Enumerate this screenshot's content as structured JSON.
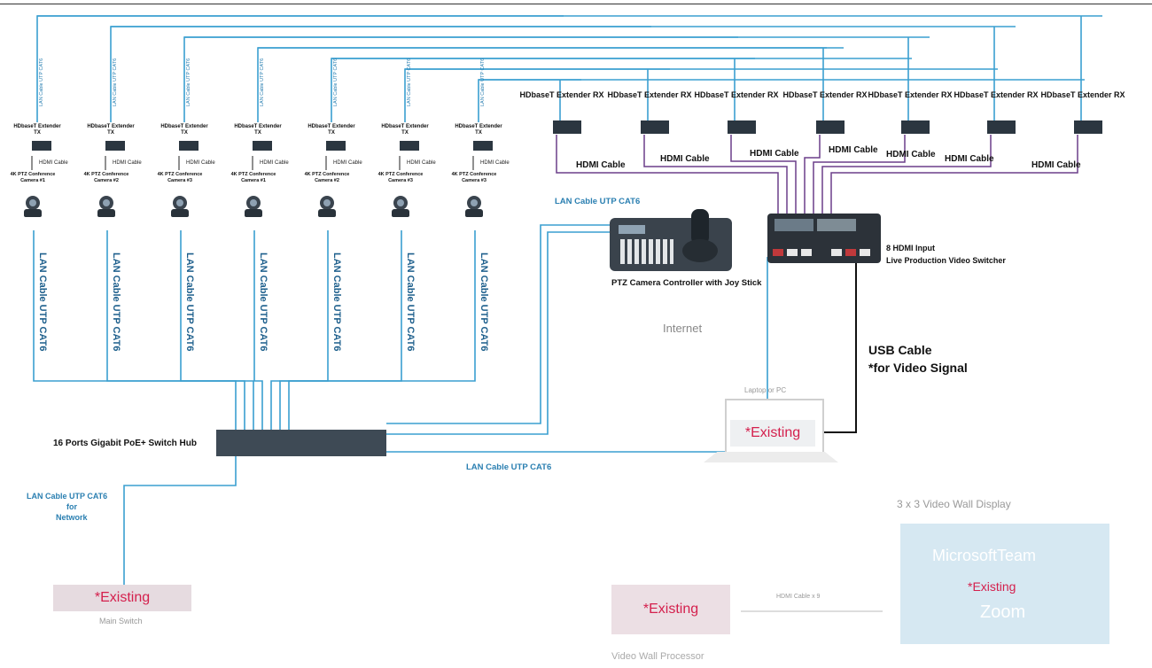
{
  "tx_units": [
    {
      "title": "HDbaseT Extender TX",
      "hdmi": "HDMI Cable",
      "camera": "4K PTZ Conference Camera #1",
      "lan": "LAN Cable UTP CAT6",
      "top_lan": "LAN Cable UTP CAT6"
    },
    {
      "title": "HDbaseT Extender TX",
      "hdmi": "HDMI Cable",
      "camera": "4K PTZ Conference Camera #2",
      "lan": "LAN Cable UTP CAT6",
      "top_lan": "LAN Cable UTP CAT6"
    },
    {
      "title": "HDbaseT Extender TX",
      "hdmi": "HDMI Cable",
      "camera": "4K PTZ Conference Camera #3",
      "lan": "LAN Cable UTP CAT6",
      "top_lan": "LAN Cable UTP CAT6"
    },
    {
      "title": "HDbaseT Extender TX",
      "hdmi": "HDMI Cable",
      "camera": "4K PTZ Conference Camera #1",
      "lan": "LAN Cable UTP CAT6",
      "top_lan": "LAN Cable UTP CAT6"
    },
    {
      "title": "HDbaseT Extender TX",
      "hdmi": "HDMI Cable",
      "camera": "4K PTZ Conference Camera #2",
      "lan": "LAN Cable UTP CAT6",
      "top_lan": "LAN Cable UTP CAT6"
    },
    {
      "title": "HDbaseT Extender TX",
      "hdmi": "HDMI Cable",
      "camera": "4K PTZ Conference Camera #3",
      "lan": "LAN Cable UTP CAT6",
      "top_lan": "LAN Cable UTP CAT6"
    },
    {
      "title": "HDbaseT Extender TX",
      "hdmi": "HDMI Cable",
      "camera": "4K PTZ Conference Camera #3",
      "lan": "LAN Cable UTP CAT6",
      "top_lan": "LAN Cable UTP CAT6"
    }
  ],
  "rx_units": [
    {
      "title": "HDbaseT Extender RX",
      "hdmi": "HDMI Cable"
    },
    {
      "title": "HDbaseT Extender RX",
      "hdmi": "HDMI Cable"
    },
    {
      "title": "HDbaseT Extender RX",
      "hdmi": "HDMI Cable"
    },
    {
      "title": "HDbaseT Extender RX",
      "hdmi": "HDMI Cable"
    },
    {
      "title": "HDbaseT Extender RX",
      "hdmi": "HDMI Cable"
    },
    {
      "title": "HDbaseT Extender RX",
      "hdmi": "HDMI Cable"
    },
    {
      "title": "HDbaseT Extender RX",
      "hdmi": "HDMI Cable"
    }
  ],
  "switcher": {
    "line1": "8 HDMI Input",
    "line2": "Live Production Video Switcher"
  },
  "controller": {
    "label": "PTZ Camera Controller with Joy Stick",
    "lan": "LAN Cable UTP CAT6"
  },
  "internet": "Internet",
  "usb": {
    "line1": "USB Cable",
    "line2": "*for Video Signal"
  },
  "laptop": {
    "caption": "Laptop or PC",
    "existing": "*Existing"
  },
  "switch_hub": {
    "label": "16 Ports Gigabit PoE+ Switch Hub",
    "lan_out": "LAN Cable UTP CAT6"
  },
  "network_lan": {
    "line1": "LAN Cable UTP CAT6",
    "line2": "for",
    "line3": "Network"
  },
  "main_switch": {
    "existing": "*Existing",
    "caption": "Main Switch"
  },
  "video_wall_processor": {
    "existing": "*Existing",
    "caption": "Video Wall Processor",
    "hdmi": "HDMI Cable x 9"
  },
  "video_wall": {
    "title": "3 x 3 Video Wall Display",
    "line1": "MicrosoftTeam",
    "existing": "*Existing",
    "line3": "Zoom"
  },
  "colors": {
    "lan": "#3a9fd0",
    "hdmi": "#6b3f8a",
    "usb": "#111111",
    "device": "#2b3640",
    "existing": "#d4204d"
  }
}
